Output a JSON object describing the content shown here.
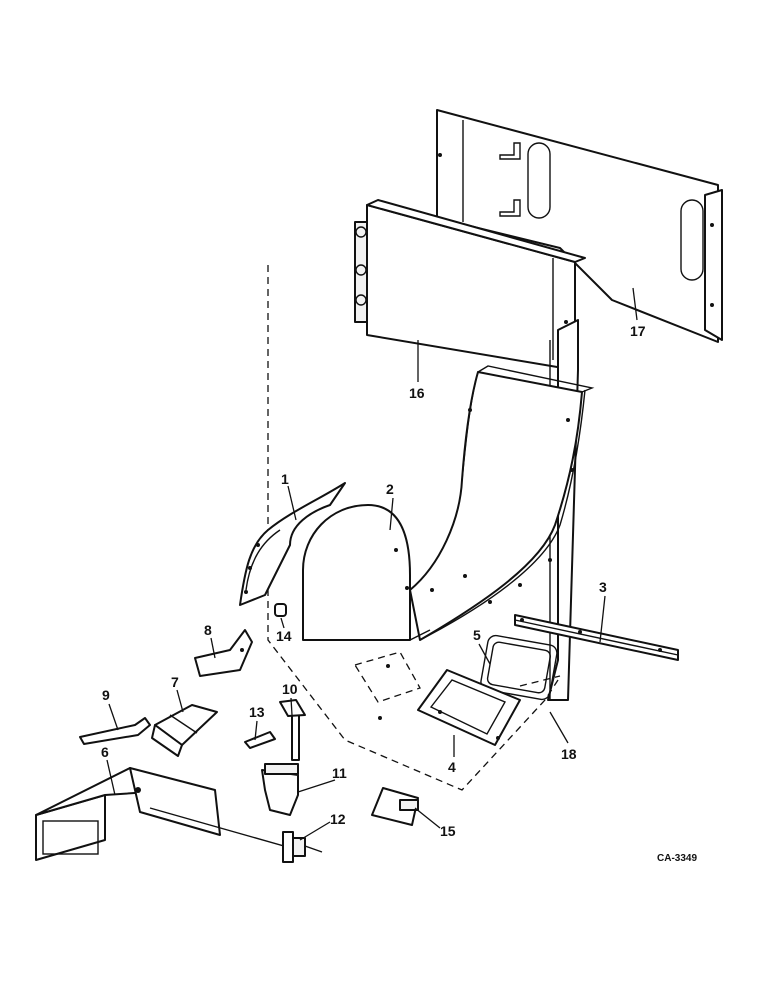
{
  "callouts": {
    "c1": "1",
    "c2": "2",
    "c3": "3",
    "c4": "4",
    "c5": "5",
    "c6": "6",
    "c7": "7",
    "c8": "8",
    "c9": "9",
    "c10": "10",
    "c11": "11",
    "c12": "12",
    "c13": "13",
    "c14": "14",
    "c15": "15",
    "c16": "16",
    "c17": "17",
    "c18": "18"
  },
  "drawing_code": "CA-3349"
}
